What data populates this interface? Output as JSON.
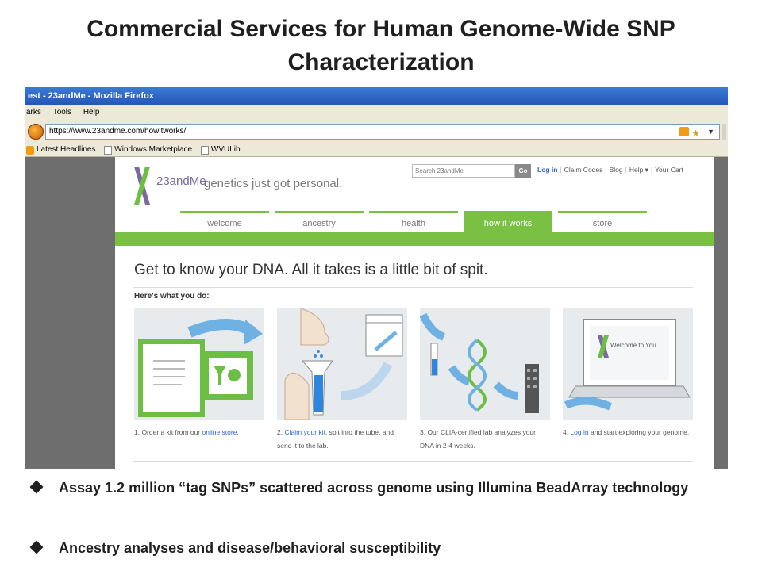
{
  "slide": {
    "title": "Commercial Services for Human Genome-Wide SNP Characterization",
    "bullets": [
      "Assay 1.2 million “tag SNPs” scattered across genome using Illumina BeadArray technology",
      "Ancestry analyses and disease/behavioral susceptibility"
    ]
  },
  "browser": {
    "window_title": "est - 23andMe - Mozilla Firefox",
    "menu": [
      "arks",
      "Tools",
      "Help"
    ],
    "url": "https://www.23andme.com/howitworks/",
    "bookmarks": [
      "Latest Headlines",
      "Windows Marketplace",
      "WVULib"
    ]
  },
  "site": {
    "brand": "23andMe",
    "tagline": "genetics just got personal.",
    "search_placeholder": "Search 23andMe",
    "go_label": "Go",
    "login": "Log in",
    "links": [
      "Claim Codes",
      "Blog",
      "Help ▾",
      "Your Cart"
    ],
    "tabs": [
      "welcome",
      "ancestry",
      "health",
      "how it works",
      "store"
    ],
    "active_tab": "how it works",
    "headline": "Get to know your DNA. All it takes is a little bit of spit.",
    "subhead": "Here's what you do:",
    "step1_a": "1. Order a kit from our ",
    "step1_link": "online store",
    "step1_b": ".",
    "step2_a": "2. ",
    "step2_link": "Claim your kit",
    "step2_b": ", spit into the tube, and send it to the lab.",
    "step3": "3. Our CLIA-certified lab analyzes your DNA in 2-4 weeks.",
    "step4_a": "4. ",
    "step4_link": "Log in",
    "step4_b": " and start exploring your genome.",
    "welcome_screen": "Welcome to You."
  },
  "colors": {
    "accent_green": "#7ac143",
    "link_blue": "#3366cc",
    "arrow_blue": "#6fb1e3",
    "logo_green": "#6cbe45",
    "logo_purple": "#7b6a9c"
  }
}
